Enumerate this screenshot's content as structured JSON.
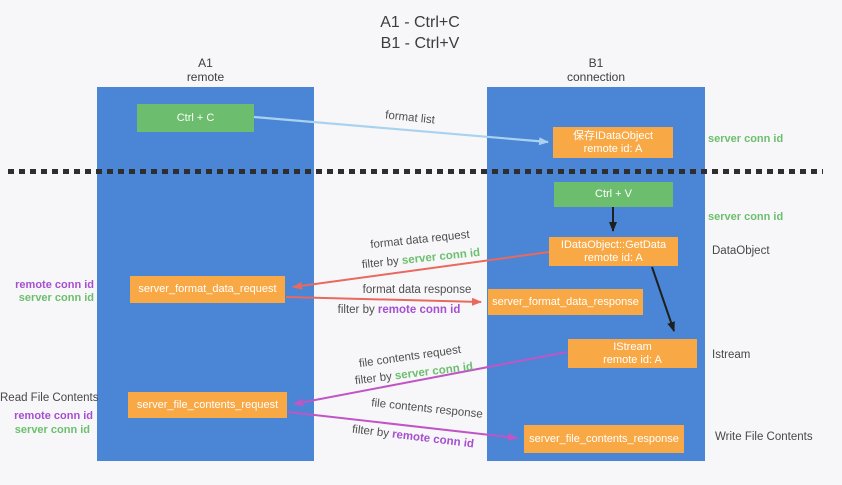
{
  "title": {
    "line1": "A1 - Ctrl+C",
    "line2": "B1 - Ctrl+V"
  },
  "lanes": {
    "left": {
      "title": "A1",
      "subtitle": "remote"
    },
    "right": {
      "title": "B1",
      "subtitle": "connection"
    }
  },
  "nodes": {
    "ctrl_c": {
      "label": "Ctrl + C"
    },
    "save_idataobject": {
      "line1": "保存IDataObject",
      "line2": "remote id: A"
    },
    "ctrl_v": {
      "label": "Ctrl + V"
    },
    "idataobject_getdata": {
      "line1": "IDataObject::GetData",
      "line2": "remote id: A"
    },
    "server_format_data_request": {
      "label": "server_format_data_request"
    },
    "server_format_data_response": {
      "label": "server_format_data_response"
    },
    "istream": {
      "line1": "IStream",
      "line2": "remote id: A"
    },
    "server_file_contents_request": {
      "label": "server_file_contents_request"
    },
    "server_file_contents_response": {
      "label": "server_file_contents_response"
    }
  },
  "annotations": {
    "right": {
      "server_conn_id_top": "server conn id",
      "server_conn_id_mid": "server conn id",
      "dataobject": "DataObject",
      "istream": "Istream",
      "write_file_contents": "Write File Contents"
    },
    "left": {
      "remote_conn_id_top": "remote conn id",
      "server_conn_id_top": "server conn id",
      "read_file_contents": "Read File Contents",
      "remote_conn_id_bottom": "remote conn id",
      "server_conn_id_bottom": "server conn id"
    }
  },
  "flows": {
    "format_list": "format list",
    "format_data_request": "format data request",
    "filter_by_prefix_1": "filter by ",
    "filter_by_value_1": "server conn id",
    "format_data_response": "format data response",
    "filter_by_prefix_2": "filter by ",
    "filter_by_value_2": "remote conn id",
    "file_contents_request": "file contents request",
    "filter_by_prefix_3": "filter by ",
    "filter_by_value_3": "server conn id",
    "file_contents_response": "file contents response",
    "filter_by_prefix_4": "filter by ",
    "filter_by_value_4": "remote conn id"
  },
  "colors": {
    "lane_blue": "#4a86d5",
    "node_orange": "#f8a945",
    "node_green": "#6cbe6e",
    "arrow_red": "#e9695e",
    "arrow_magenta": "#c055c5",
    "arrow_light_blue": "#a9d2f1",
    "arrow_black": "#1f1f1f",
    "text_green": "#6cbf6e",
    "text_purple": "#a64fd0",
    "text_gray": "#474747",
    "background": "#f7f7f9"
  }
}
